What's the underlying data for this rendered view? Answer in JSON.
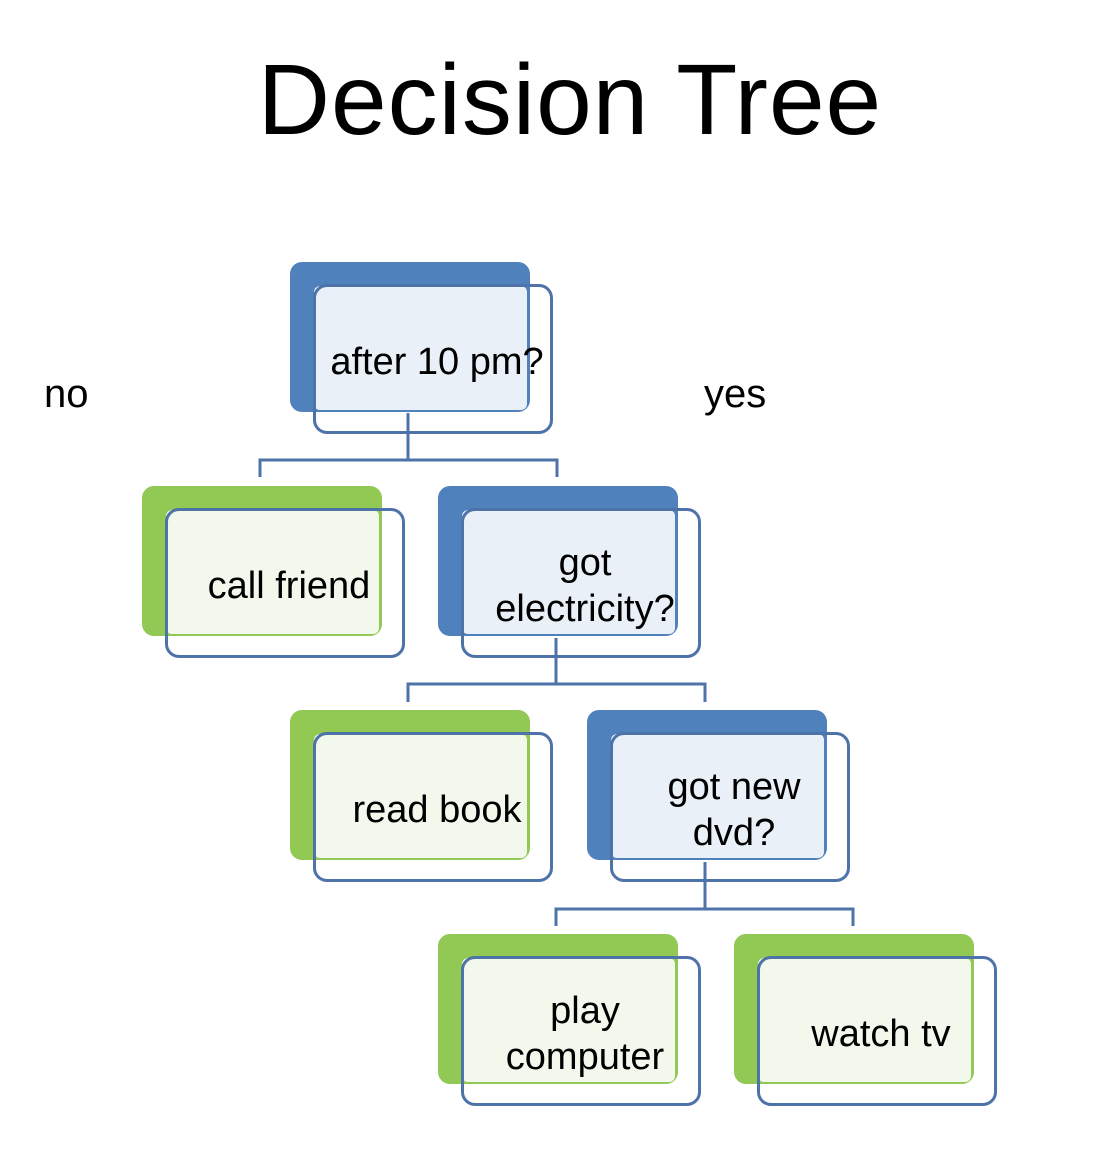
{
  "title": "Decision Tree",
  "side_labels": {
    "no": "no",
    "yes": "yes"
  },
  "nodes": {
    "root": "after 10 pm?",
    "call_friend": "call friend",
    "got_electricity": "got electricity?",
    "read_book": "read book",
    "got_new_dvd": "got new dvd?",
    "play_computer": "play computer",
    "watch_tv": "watch tv"
  },
  "colors": {
    "decision": "#4f81bd",
    "leaf": "#92c954",
    "outline": "#4e73a8",
    "connector": "#4e73a8"
  }
}
